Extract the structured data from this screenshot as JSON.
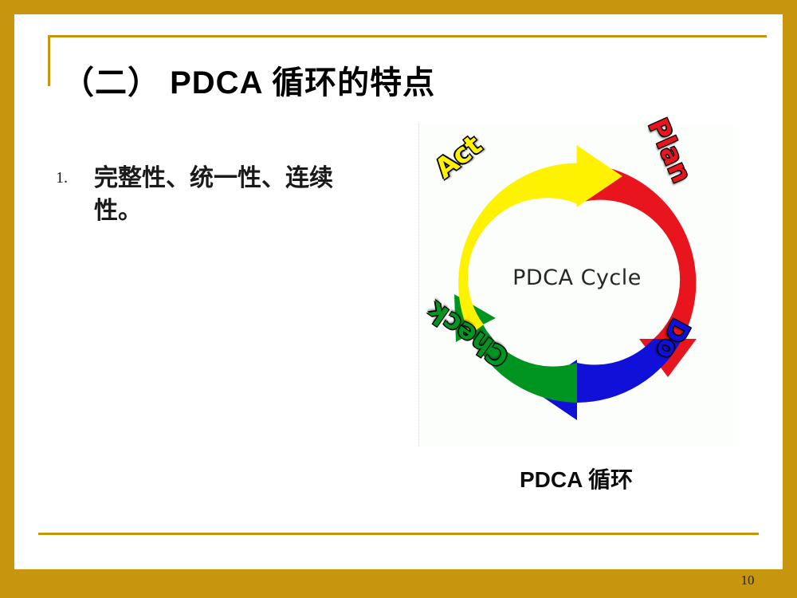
{
  "slide": {
    "title": "（二） PDCA 循环的特点",
    "page_number": "10",
    "frame_color": "#C8960C",
    "background_color": "#FFFFFF"
  },
  "bullets": [
    {
      "marker": "1.",
      "text": "完整性、统一性、连续性。"
    }
  ],
  "picture": {
    "caption": "PDCA 循环",
    "center_label": "PDCA Cycle",
    "segments": [
      {
        "id": "plan",
        "label": "Plan",
        "color": "#E8141E"
      },
      {
        "id": "do",
        "label": "Do",
        "color": "#1010D8"
      },
      {
        "id": "check",
        "label": "Check",
        "color": "#009420"
      },
      {
        "id": "act",
        "label": "Act",
        "color": "#FFF200"
      }
    ]
  }
}
